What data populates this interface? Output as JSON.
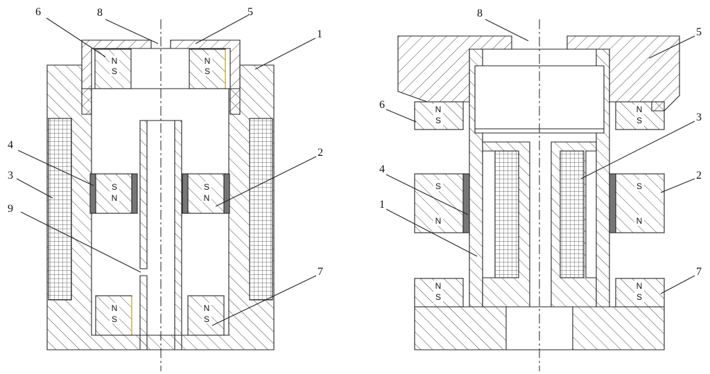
{
  "labels": {
    "left": {
      "n1": "1",
      "n2": "2",
      "n3": "3",
      "n4": "4",
      "n5": "5",
      "n6": "6",
      "n7": "7",
      "n8": "8",
      "n9": "9"
    },
    "right": {
      "n1": "1",
      "n2": "2",
      "n3": "3",
      "n4": "4",
      "n5": "5",
      "n6": "6",
      "n7": "7",
      "n8": "8"
    }
  },
  "poles": {
    "north": "N",
    "south": "S"
  },
  "colors": {
    "line": "#222222",
    "spacer_fill": "#777777",
    "magnet_edge": "#d4b84a"
  }
}
